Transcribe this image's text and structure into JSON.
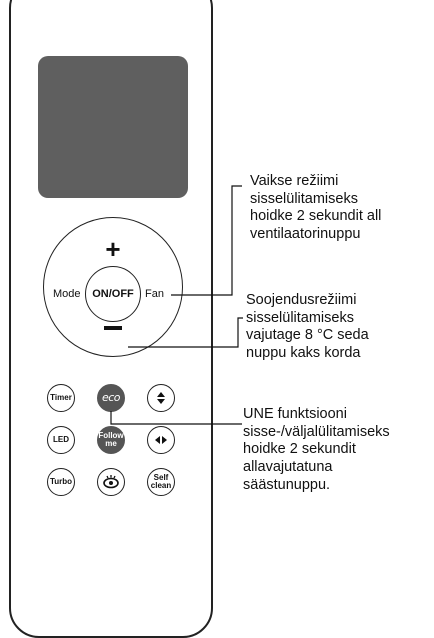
{
  "remote": {
    "dpad": {
      "up": "+",
      "center": "ON/OFF",
      "left": "Mode",
      "right": "Fan"
    },
    "buttons": {
      "timer": "Timer",
      "eco": "eco",
      "swing_vertical": "swing-updown-icon",
      "led": "LED",
      "follow_me": "Follow\nme",
      "swing_horizontal": "swing-leftright-icon",
      "turbo": "Turbo",
      "sleep": "sleep-eye-icon",
      "self_clean": "Self\nclean"
    }
  },
  "annotations": [
    {
      "lines": [
        "Vaikse režiimi",
        "sisselülitamiseks",
        "hoidke 2 sekundit all",
        "ventilaatorinuppu"
      ]
    },
    {
      "lines": [
        "Soojendusrežiimi",
        "sisselülitamiseks",
        "vajutage 8 °C seda",
        "nuppu kaks korda"
      ]
    },
    {
      "lines": [
        "UNE funktsiooni",
        "sisse-/väljalülitamiseks",
        "hoidke 2 sekundit",
        "allavajutatuna",
        "säästunuppu."
      ]
    }
  ],
  "colors": {
    "screen": "#5f5f5f",
    "dark_button": "#555555",
    "outline": "#222222"
  }
}
